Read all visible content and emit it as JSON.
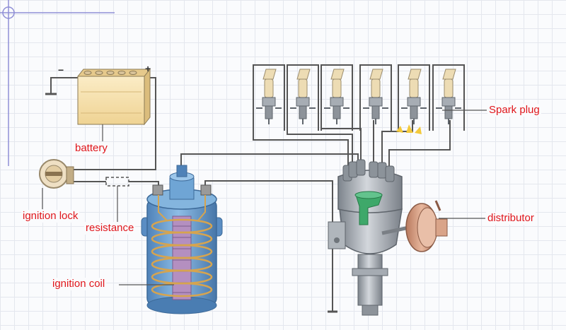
{
  "labels": {
    "battery": "battery",
    "ignition_lock": "ignition lock",
    "resistance": "resistance",
    "ignition_coil": "ignition coil",
    "spark_plug": "Spark plug",
    "distributor": "distributor"
  },
  "battery_terminals": {
    "negative": "−",
    "positive": "+"
  },
  "colors": {
    "label_text": "#e0161b",
    "wire": "#555555",
    "coil_body": "#6d9fcf",
    "coil_core": "#b48fc0",
    "coil_winding": "#d6a44f",
    "distributor_cap": "#9ca3ab",
    "rotor": "#3ea86a",
    "vacuum_advance": "#c98f72",
    "battery_case": "#f3dca7",
    "spark_plug_insulator": "#eddcb4"
  },
  "spark_plug_count": 6
}
